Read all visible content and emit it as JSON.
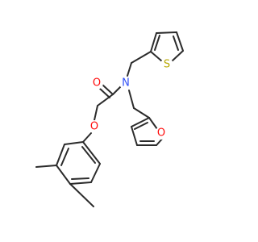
{
  "molecule": {
    "atoms": {
      "O_carbonyl": {
        "label": "O",
        "color": "#ff0d0d"
      },
      "N_amide": {
        "label": "N",
        "color": "#3050f8"
      },
      "S_thiophene": {
        "label": "S",
        "color": "#b8a800"
      },
      "O_ether": {
        "label": "O",
        "color": "#ff0d0d"
      },
      "O_furan": {
        "label": "O",
        "color": "#ff0d0d"
      }
    },
    "bond_color": "#2b2b2b"
  }
}
